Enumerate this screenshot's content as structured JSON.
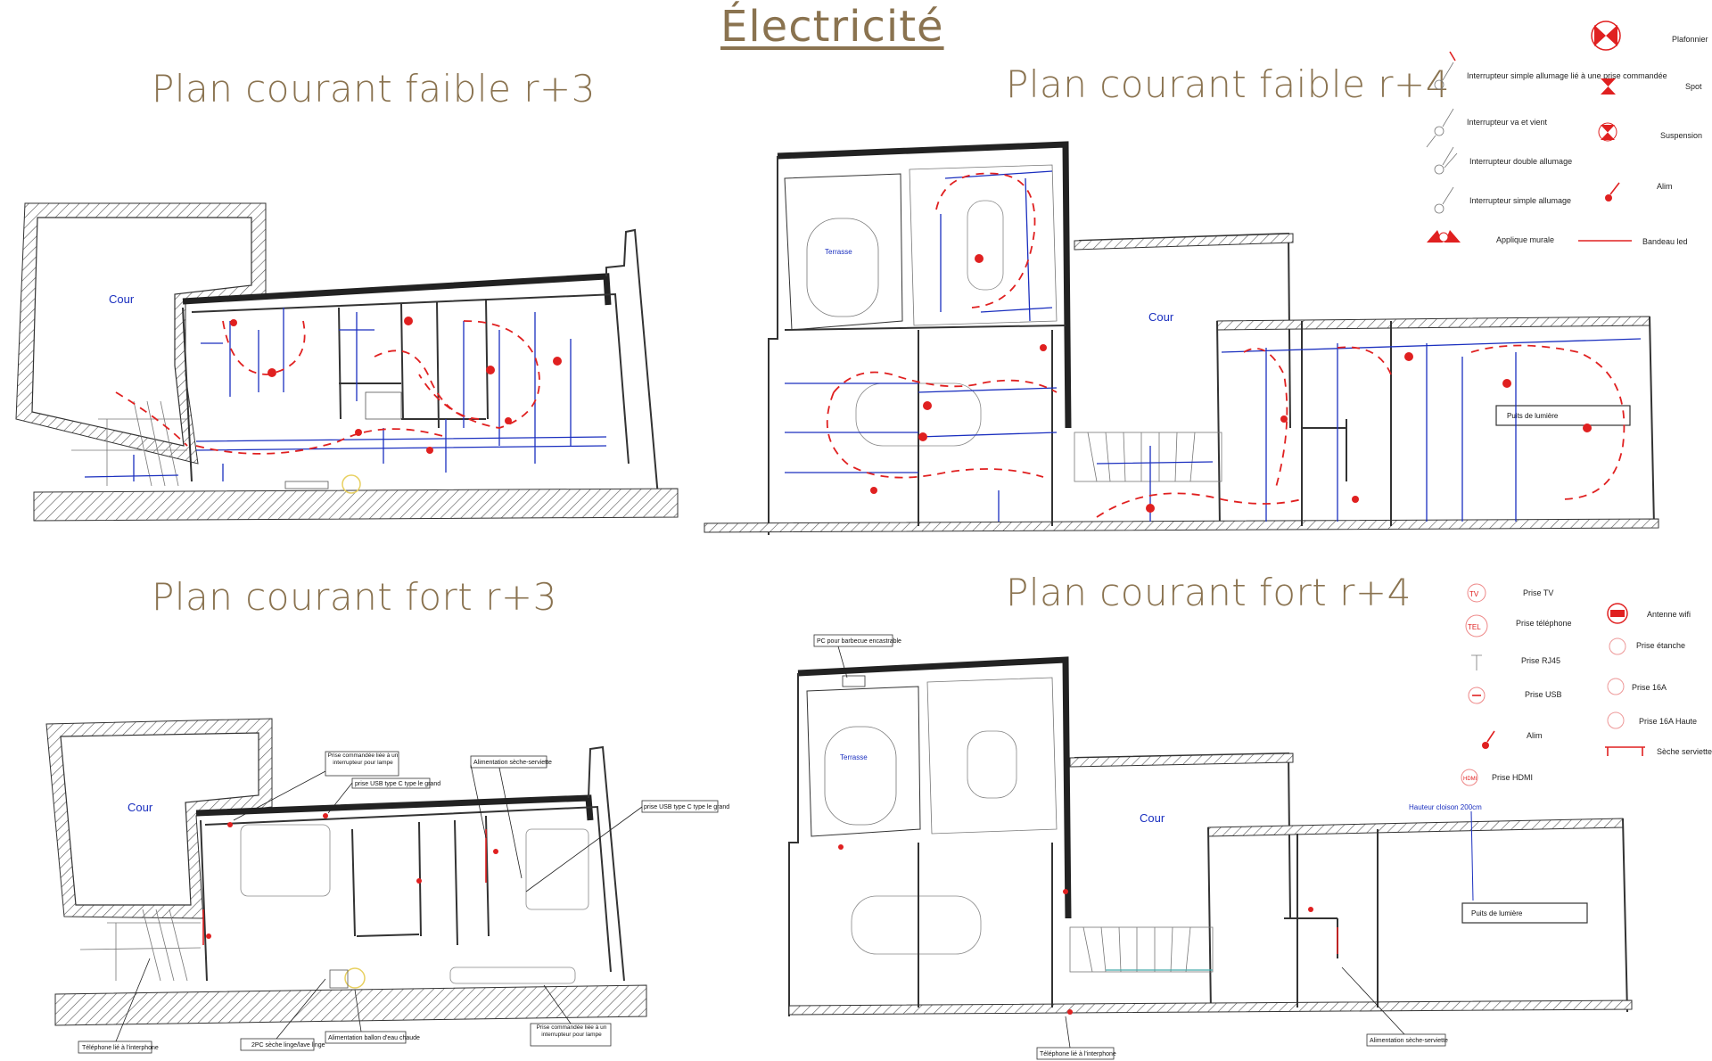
{
  "title": "Électricité",
  "plans": {
    "faible_r3": {
      "title": "Plan courant faible r+3",
      "cour": "Cour"
    },
    "faible_r4": {
      "title": "Plan courant faible r+4",
      "cour": "Cour",
      "terrasse": "Terrasse",
      "puits": "Puits de lumière"
    },
    "fort_r3": {
      "title": "Plan courant fort r+3",
      "cour": "Cour",
      "notes": [
        "Prise commandée liée à un interrupteur pour lampe",
        "prise USB type C type le grand",
        "Alimentation sèche-serviette",
        "prise USB type C type le grand",
        "Téléphone lié à l'interphone",
        "2PC sèche linge/lave linge",
        "Alimentation ballon d'eau chaude",
        "Prise commandée liée à un interrupteur pour lampe"
      ]
    },
    "fort_r4": {
      "title": "Plan courant fort r+4",
      "cour": "Cour",
      "terrasse": "Terrasse",
      "puits": "Puits de lumière",
      "hauteur": "Hauteur cloison 200cm",
      "notes": [
        "PC pour barbecue encastrable",
        "Téléphone lié à l'interphone",
        "Alimentation sèche-serviette"
      ]
    }
  },
  "legend_faible": {
    "left": [
      "Interrupteur simple allumage lié à une prise commandée",
      "Interrupteur va et vient",
      "Interrupteur double allumage",
      "Interrupteur simple allumage",
      "Applique murale"
    ],
    "right": [
      "Plafonnier",
      "Spot",
      "Suspension",
      "Alim",
      "Bandeau led"
    ]
  },
  "legend_fort": {
    "left": [
      "Prise TV",
      "Prise téléphone",
      "Prise RJ45",
      "Prise USB",
      "Alim",
      "Prise HDMI"
    ],
    "right": [
      "Antenne wifi",
      "Prise étanche",
      "Prise 16A",
      "Prise 16A  Haute",
      "Sèche serviette"
    ],
    "tv_symbol": "TV",
    "tel_symbol": "TEL",
    "hdmi_symbol": "HDMI"
  },
  "colors": {
    "title": "#8a7350",
    "accent_red": "#e02020",
    "annotation_blue": "#1a2fbf"
  }
}
